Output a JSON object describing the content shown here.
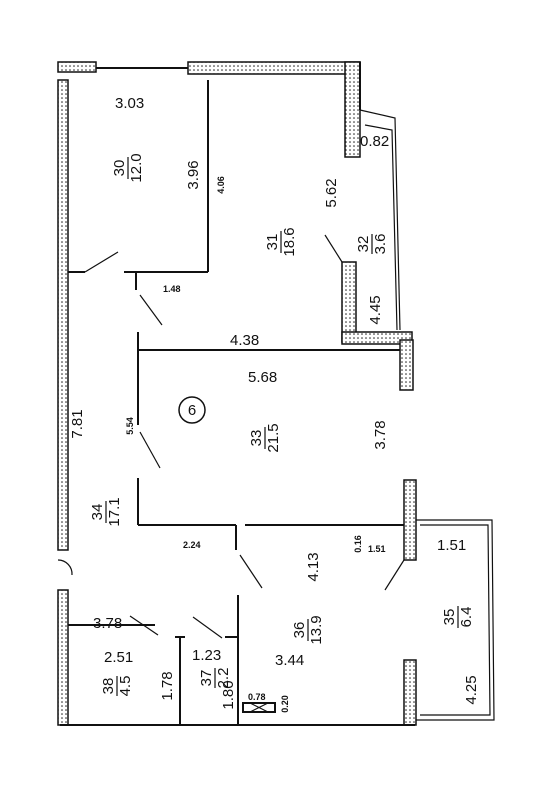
{
  "apartment_number": "6",
  "rooms": [
    {
      "id": "r30",
      "number": "30",
      "area": "12.0"
    },
    {
      "id": "r31",
      "number": "31",
      "area": "18.6"
    },
    {
      "id": "r32",
      "number": "32",
      "area": "3.6"
    },
    {
      "id": "r33",
      "number": "33",
      "area": "21.5"
    },
    {
      "id": "r34",
      "number": "34",
      "area": "17.1"
    },
    {
      "id": "r35",
      "number": "35",
      "area": "6.4"
    },
    {
      "id": "r36",
      "number": "36",
      "area": "13.9"
    },
    {
      "id": "r37",
      "number": "37",
      "area": "2.2"
    },
    {
      "id": "r38",
      "number": "38",
      "area": "4.5"
    }
  ],
  "dimensions": [
    "3.03",
    "3.96",
    "4.06",
    "5.62",
    "0.82",
    "4.45",
    "1.48",
    "4.38",
    "5.68",
    "5.54",
    "3.78",
    "7.81",
    "2.24",
    "0.16",
    "1.51",
    "4.13",
    "1.51",
    "4.25",
    "3.78",
    "2.51",
    "1.78",
    "1.23",
    "1.80",
    "3.44",
    "0.78",
    "0.20"
  ]
}
